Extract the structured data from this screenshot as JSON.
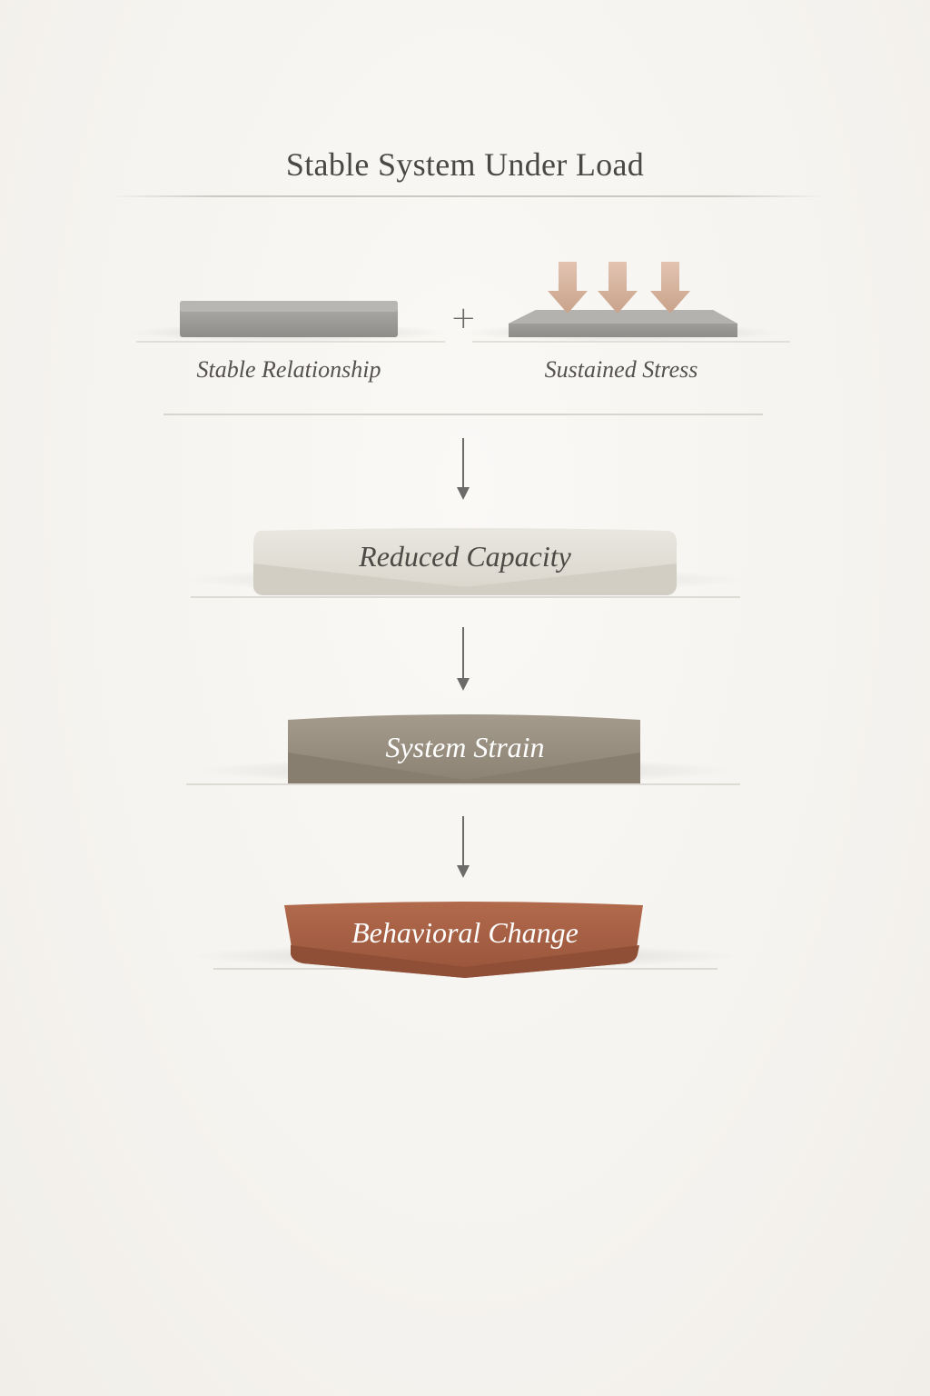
{
  "title": "Stable System Under Load",
  "inputs": {
    "left_caption": "Stable Relationship",
    "operator": "+",
    "right_caption": "Sustained Stress"
  },
  "stages": [
    {
      "label": "Reduced Capacity",
      "fill": "#dedbd2",
      "text_color": "#4d4a46"
    },
    {
      "label": "System Strain",
      "fill": "#9b9183",
      "text_color": "#ffffff"
    },
    {
      "label": "Behavioral Change",
      "fill": "#a65d42",
      "text_color": "#ffffff"
    }
  ],
  "colors": {
    "slab": "#9e9c99",
    "stress_arrow": "#d7b49f",
    "connector": "#6c6b69"
  }
}
